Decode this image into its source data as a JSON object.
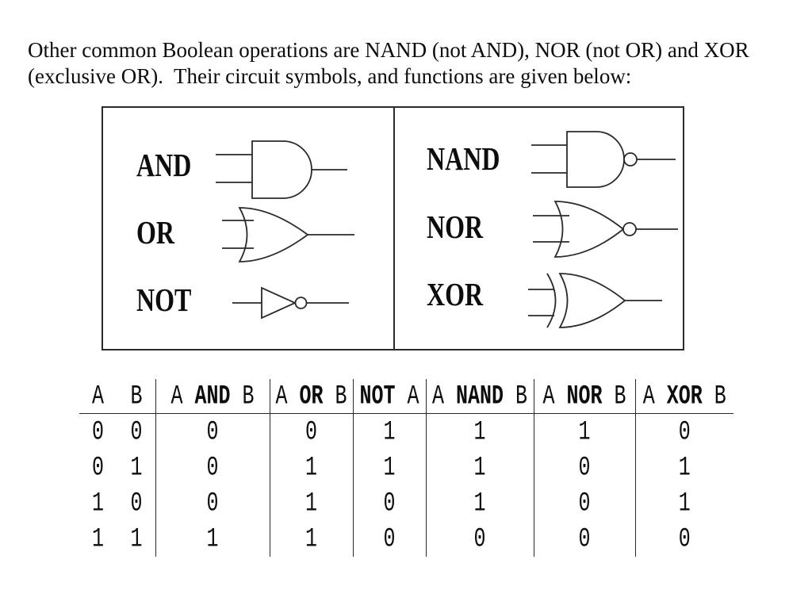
{
  "slide": {
    "title": "Other common Boolean operations are NAND (not AND), NOR (not OR) and XOR\n(exclusive OR).  Their circuit symbols, and functions are given below:"
  },
  "gates": {
    "basic": [
      {
        "label": "AND"
      },
      {
        "label": "OR"
      },
      {
        "label": "NOT"
      }
    ],
    "derived": [
      {
        "label": "NAND"
      },
      {
        "label": "NOR"
      },
      {
        "label": "XOR"
      }
    ]
  },
  "truth_table": {
    "input_headers": [
      "A",
      "B"
    ],
    "op_columns": [
      {
        "left": "A",
        "op": "AND",
        "right": "B"
      },
      {
        "left": "A",
        "op": "OR",
        "right": "B"
      },
      {
        "op": "NOT",
        "right": "A"
      },
      {
        "left": "A",
        "op": "NAND",
        "right": "B"
      },
      {
        "left": "A",
        "op": "NOR",
        "right": "B"
      },
      {
        "left": "A",
        "op": "XOR",
        "right": "B"
      }
    ],
    "rows": [
      [
        "0",
        "0",
        "0",
        "0",
        "1",
        "1",
        "1",
        "0"
      ],
      [
        "0",
        "1",
        "0",
        "1",
        "1",
        "1",
        "0",
        "1"
      ],
      [
        "1",
        "0",
        "0",
        "1",
        "0",
        "1",
        "0",
        "1"
      ],
      [
        "1",
        "1",
        "1",
        "1",
        "0",
        "0",
        "0",
        "0"
      ]
    ]
  },
  "colors": {
    "ink": "#111111",
    "background": "#ffffff"
  }
}
